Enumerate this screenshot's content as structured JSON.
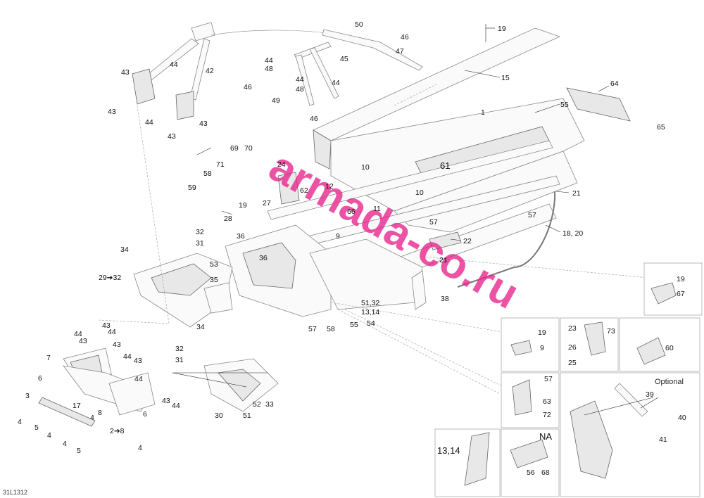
{
  "diagram": {
    "reference_code": "31L1312",
    "optional_label": "Optional",
    "na_label": "NA",
    "watermark": "armada-co.ru",
    "callouts": {
      "c1": "1",
      "c2to8": "2➔8",
      "c3": "3",
      "c4": "4",
      "c5": "5",
      "c6": "6",
      "c7": "7",
      "c8": "8",
      "c9": "9",
      "c10": "10",
      "c11": "11",
      "c12": "12",
      "c13_14": "13,14",
      "c15": "15",
      "c17": "17",
      "c18_20": "18, 20",
      "c19": "19",
      "c21": "21",
      "c22": "22",
      "c23": "23",
      "c24": "24",
      "c25": "25",
      "c26": "26",
      "c27": "27",
      "c28": "28",
      "c29to32": "29➔32",
      "c30": "30",
      "c31": "31",
      "c32": "32",
      "c33": "33",
      "c34": "34",
      "c35": "35",
      "c36": "36",
      "c38": "38",
      "c39": "39",
      "c40": "40",
      "c41": "41",
      "c42": "42",
      "c43": "43",
      "c44": "44",
      "c45": "45",
      "c46": "46",
      "c47": "47",
      "c48": "48",
      "c49": "49",
      "c50": "50",
      "c51": "51",
      "c51_32": "51,32",
      "c52": "52",
      "c53": "53",
      "c54": "54",
      "c55": "55",
      "c56": "56",
      "c57": "57",
      "c58": "58",
      "c59": "59",
      "c60": "60",
      "c61": "61",
      "c62": "62",
      "c63": "63",
      "c64": "64",
      "c65": "65",
      "c66": "66",
      "c67": "67",
      "c68": "68",
      "c69": "69",
      "c70": "70",
      "c71": "71",
      "c72": "72",
      "c73": "73"
    }
  }
}
